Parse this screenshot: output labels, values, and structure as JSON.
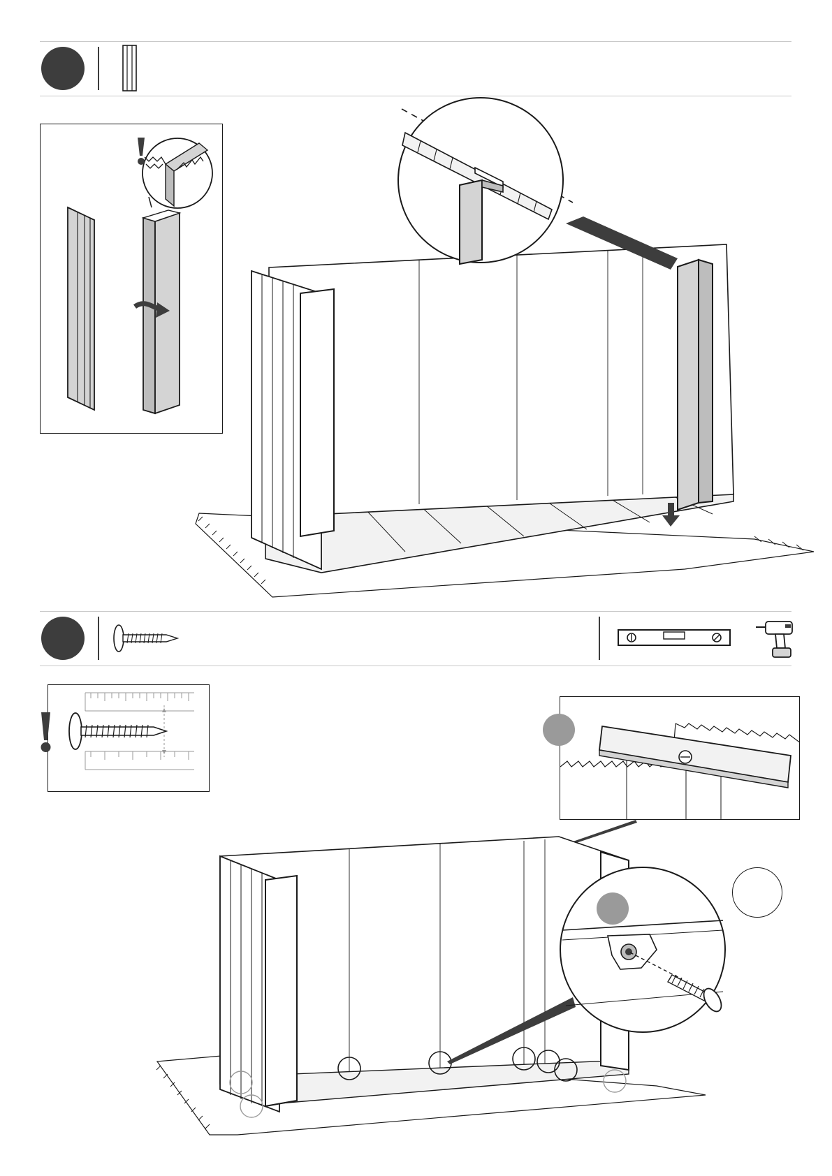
{
  "steps": [
    {
      "hardware": [
        "corner-profile"
      ],
      "tools": []
    },
    {
      "hardware": [
        "screw"
      ],
      "tools": [
        "spirit-level",
        "cordless-drill"
      ]
    }
  ],
  "colors": {
    "ink": "#1a1a1a",
    "panel_fill": "#d4d4d4",
    "badge": "#3d3d3d",
    "callout_badge": "#9a9a9a",
    "rule": "#c8c8c8"
  },
  "icons": {
    "warning": "exclamation-icon",
    "direction": "arrow-right-icon",
    "insert": "arrow-down-icon"
  }
}
